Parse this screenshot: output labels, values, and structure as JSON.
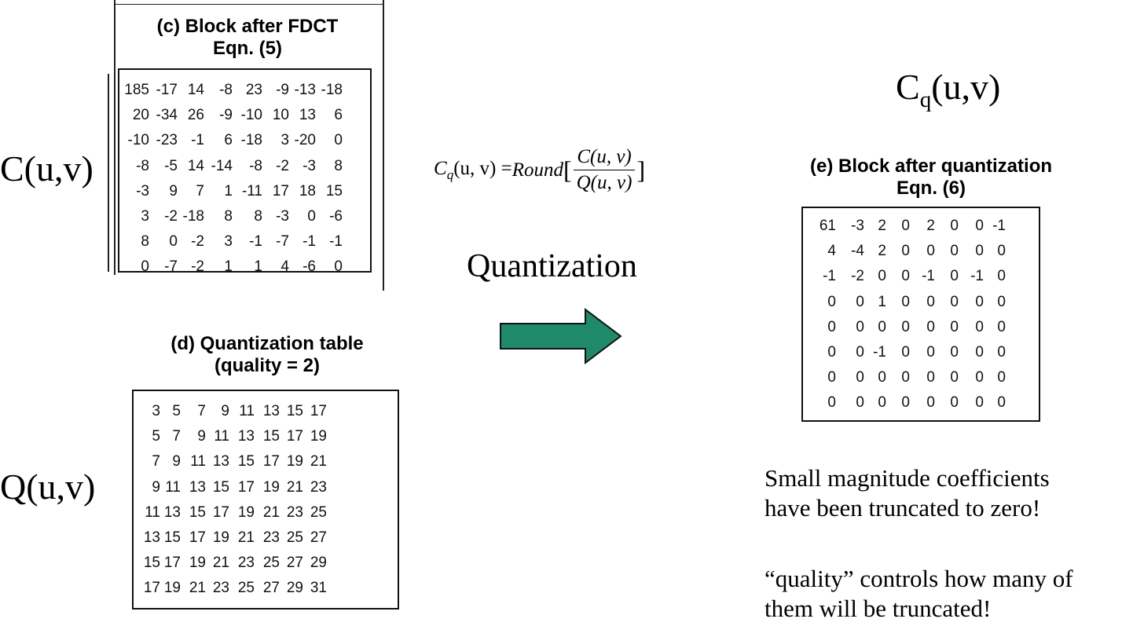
{
  "labels": {
    "c_uv": "C(u,v)",
    "q_uv": "Q(u,v)",
    "cq_main": "C",
    "cq_sub": "q",
    "cq_args": "(u,v)"
  },
  "panels": {
    "c": {
      "title_line1": "(c) Block after FDCT",
      "title_line2": "Eqn.  (5)",
      "rows": [
        [
          "185",
          "-17",
          "14",
          "-8",
          "23",
          "-9",
          "-13",
          "-18"
        ],
        [
          "20",
          "-34",
          "26",
          "-9",
          "-10",
          "10",
          "13",
          "6"
        ],
        [
          "-10",
          "-23",
          "-1",
          "6",
          "-18",
          "3",
          "-20",
          "0"
        ],
        [
          "-8",
          "-5",
          "14",
          "-14",
          "-8",
          "-2",
          "-3",
          "8"
        ],
        [
          "-3",
          "9",
          "7",
          "1",
          "-11",
          "17",
          "18",
          "15"
        ],
        [
          "3",
          "-2",
          "-18",
          "8",
          "8",
          "-3",
          "0",
          "-6"
        ],
        [
          "8",
          "0",
          "-2",
          "3",
          "-1",
          "-7",
          "-1",
          "-1"
        ],
        [
          "0",
          "-7",
          "-2",
          "1",
          "1",
          "4",
          "-6",
          "0"
        ]
      ]
    },
    "d": {
      "title_line1": "(d) Quantization table",
      "title_line2": "(quality = 2)",
      "rows": [
        [
          "3",
          "5",
          "7",
          "9",
          "11",
          "13",
          "15",
          "17"
        ],
        [
          "5",
          "7",
          "9",
          "11",
          "13",
          "15",
          "17",
          "19"
        ],
        [
          "7",
          "9",
          "11",
          "13",
          "15",
          "17",
          "19",
          "21"
        ],
        [
          "9",
          "11",
          "13",
          "15",
          "17",
          "19",
          "21",
          "23"
        ],
        [
          "11",
          "13",
          "15",
          "17",
          "19",
          "21",
          "23",
          "25"
        ],
        [
          "13",
          "15",
          "17",
          "19",
          "21",
          "23",
          "25",
          "27"
        ],
        [
          "15",
          "17",
          "19",
          "21",
          "23",
          "25",
          "27",
          "29"
        ],
        [
          "17",
          "19",
          "21",
          "23",
          "25",
          "27",
          "29",
          "31"
        ]
      ]
    },
    "e": {
      "title_line1": "(e) Block after quantization",
      "title_line2": "Eqn.  (6)",
      "rows": [
        [
          "61",
          "-3",
          "2",
          "0",
          "2",
          "0",
          "0",
          "-1"
        ],
        [
          "4",
          "-4",
          "2",
          "0",
          "0",
          "0",
          "0",
          "0"
        ],
        [
          "-1",
          "-2",
          "0",
          "0",
          "-1",
          "0",
          "-1",
          "0"
        ],
        [
          "0",
          "0",
          "1",
          "0",
          "0",
          "0",
          "0",
          "0"
        ],
        [
          "0",
          "0",
          "0",
          "0",
          "0",
          "0",
          "0",
          "0"
        ],
        [
          "0",
          "0",
          "-1",
          "0",
          "0",
          "0",
          "0",
          "0"
        ],
        [
          "0",
          "0",
          "0",
          "0",
          "0",
          "0",
          "0",
          "0"
        ],
        [
          "0",
          "0",
          "0",
          "0",
          "0",
          "0",
          "0",
          "0"
        ]
      ]
    }
  },
  "formula": {
    "lhs_C": "C",
    "lhs_sub": "q",
    "lhs_args": "(u, v) = ",
    "round": "Round",
    "open": "[",
    "numerator": "C(u, v)",
    "denominator": "Q(u, v)",
    "close": "]"
  },
  "quantization_label": "Quantization",
  "arrow_color": "#1e8a6a",
  "notes": {
    "line1": "Small magnitude coefficients",
    "line2": "have been truncated to zero!",
    "line3": "“quality” controls how many of",
    "line4": "them will be truncated!"
  }
}
